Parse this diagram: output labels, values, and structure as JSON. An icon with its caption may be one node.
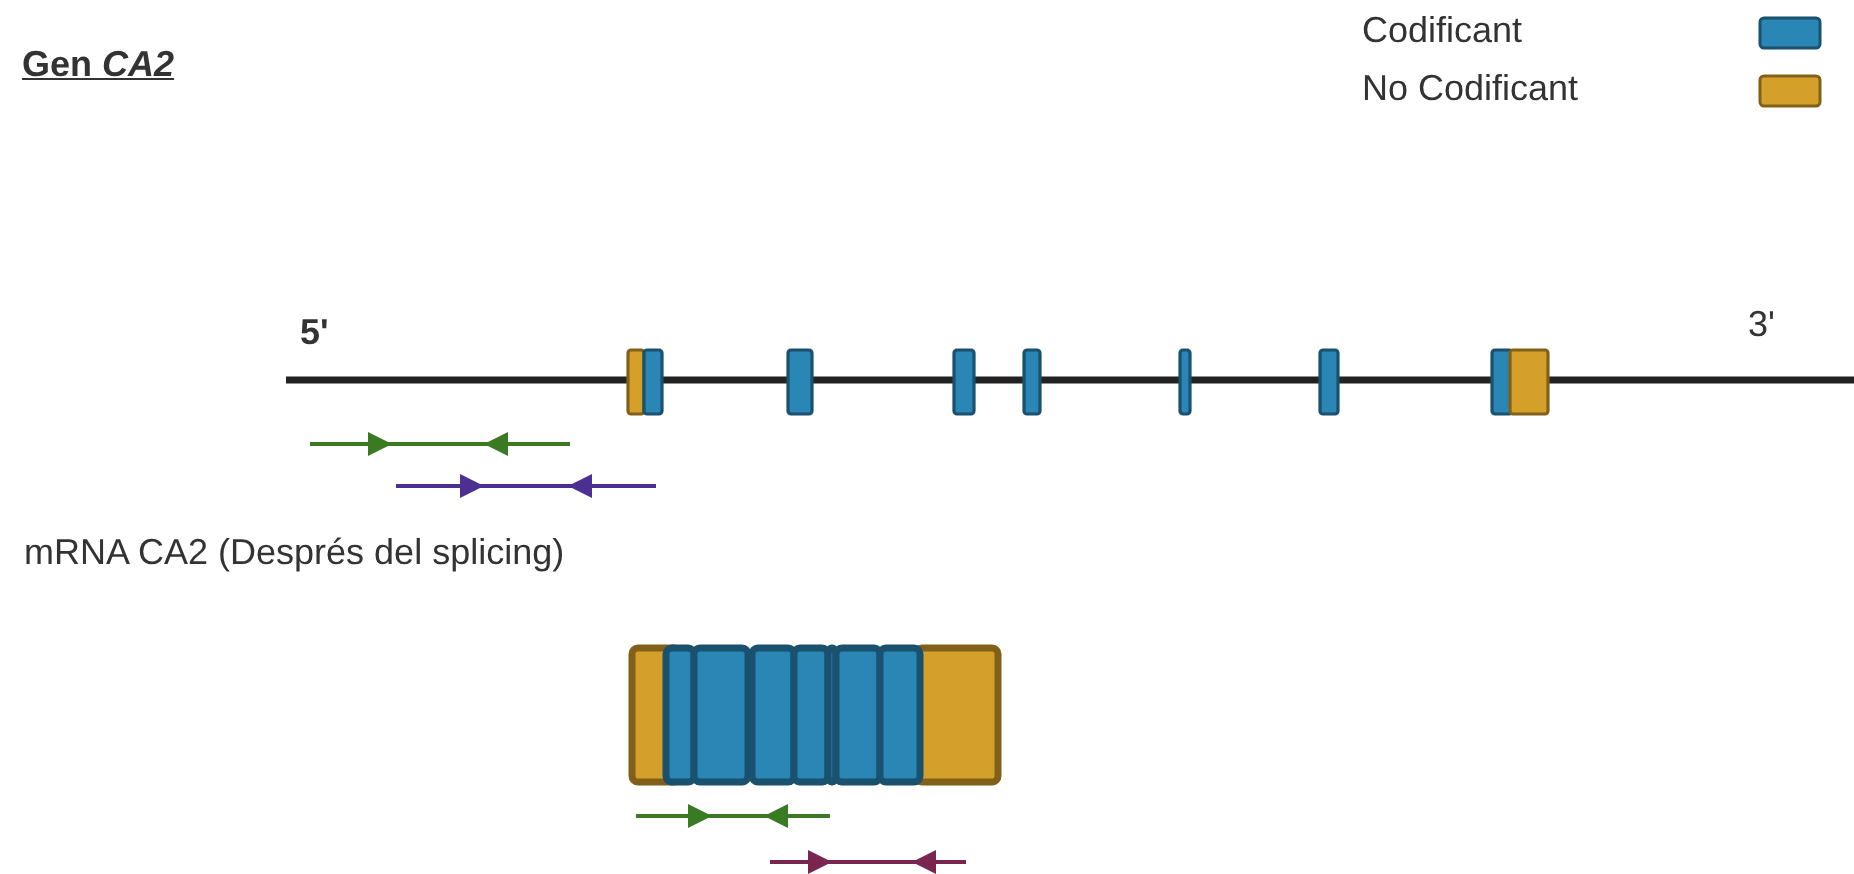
{
  "diagram": {
    "title": "Gen *CA2*",
    "labels": [
      "5'",
      "3'",
      "mRNA CA2 (Després del splicing)"
    ],
    "legend": [
      {
        "text": "Codificant",
        "color": "#2a86b5"
      },
      {
        "text": "No Codificant",
        "color": "#d4a02a"
      }
    ]
  }
}
